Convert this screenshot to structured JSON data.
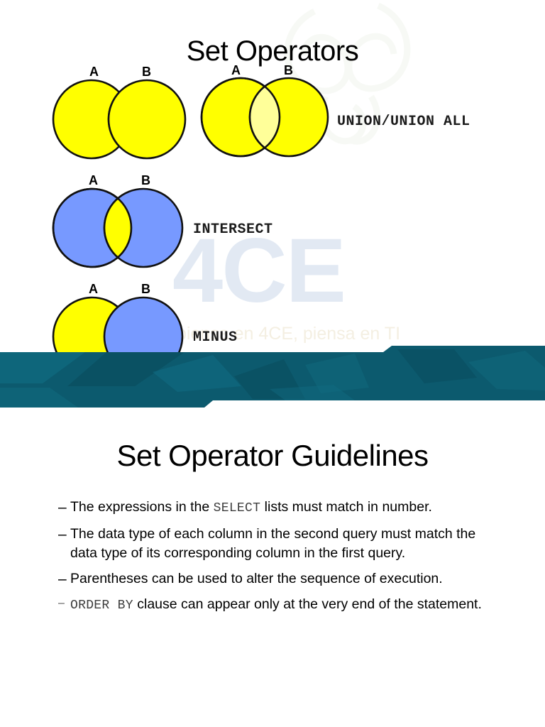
{
  "slide_top": {
    "title": "Set Operators",
    "watermark": {
      "logo_text": "4CE",
      "tagline": "piensa en 4CE, piensa en TI"
    },
    "diagrams": [
      {
        "id": "union-disjoint",
        "set_a_label": "A",
        "set_b_label": "B",
        "fill_a": "#FFFF00",
        "fill_b": "#FFFF00",
        "fill_overlap": "#FFFF00",
        "operator": ""
      },
      {
        "id": "union-overlap",
        "set_a_label": "A",
        "set_b_label": "B",
        "fill_a": "#FFFF00",
        "fill_b": "#FFFF00",
        "fill_overlap": "#FFFF99",
        "operator": "UNION/UNION ALL"
      },
      {
        "id": "intersect",
        "set_a_label": "A",
        "set_b_label": "B",
        "fill_a": "#7799FF",
        "fill_b": "#7799FF",
        "fill_overlap": "#FFFF00",
        "operator": "INTERSECT"
      },
      {
        "id": "minus",
        "set_a_label": "A",
        "set_b_label": "B",
        "fill_a": "#FFFF00",
        "fill_b": "#7799FF",
        "fill_overlap": "#7799FF",
        "operator": "MINUS"
      }
    ],
    "banner_colors": {
      "base": "#0c5a6e",
      "light": "#0f6b80",
      "dark": "#0a4d5e",
      "mid": "#116e85"
    }
  },
  "slide_bottom": {
    "title": "Set Operator Guidelines",
    "bullets": [
      {
        "dash": "–",
        "small_dash": false,
        "parts": [
          {
            "text": "The expressions in the ",
            "code": false
          },
          {
            "text": "SELECT",
            "code": true
          },
          {
            "text": " lists must match in number.",
            "code": false
          }
        ]
      },
      {
        "dash": "–",
        "small_dash": false,
        "parts": [
          {
            "text": "The data type of each column in the second query must match the data type of its corresponding column in the first query.",
            "code": false
          }
        ]
      },
      {
        "dash": "–",
        "small_dash": false,
        "parts": [
          {
            "text": "Parentheses can be used to alter the sequence of execution.",
            "code": false
          }
        ]
      },
      {
        "dash": "–",
        "small_dash": true,
        "parts": [
          {
            "text": "ORDER BY",
            "code": true
          },
          {
            "text": " clause can appear only at the very end of the statement.",
            "code": false
          }
        ]
      }
    ]
  }
}
